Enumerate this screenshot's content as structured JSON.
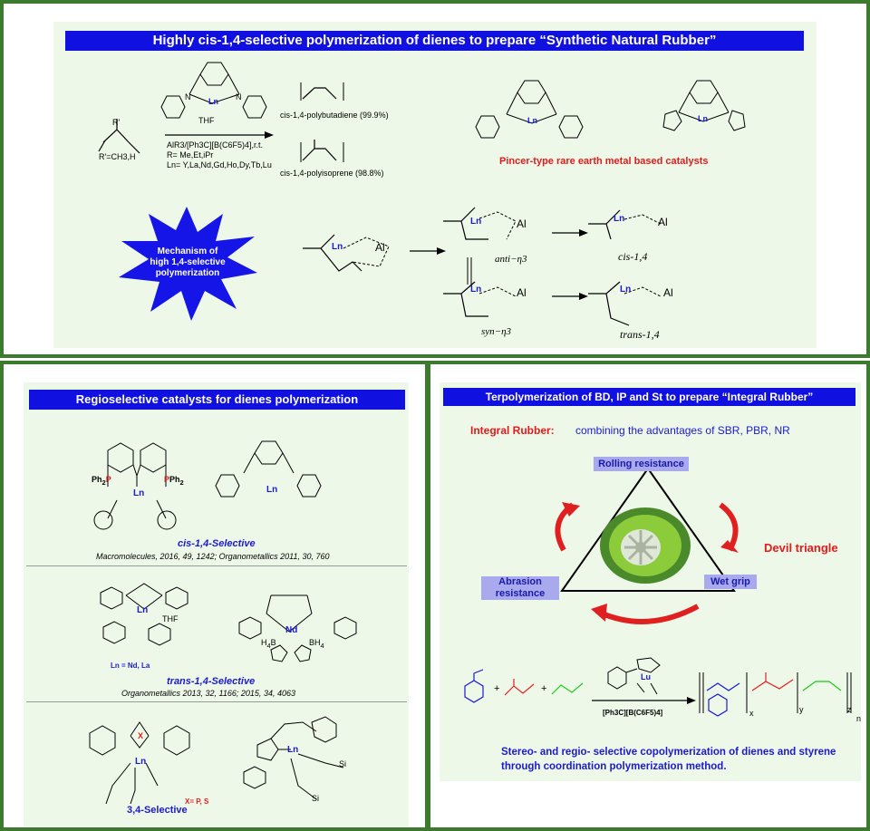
{
  "top": {
    "title": "Highly cis-1,4-selective polymerization of dienes to prepare “Synthetic Natural Rubber”",
    "monomer_label": "R'=CH3,H",
    "cond1": "AlR3/[Ph3C][B(C6F5)4],r.t.",
    "cond2": "R= Me,Et,iPr",
    "cond3": "Ln= Y,La,Nd,Gd,Ho,Dy,Tb,Lu",
    "prod1": "cis-1,4-polybutadiene (99.9%)",
    "prod2": "cis-1,4-polyisoprene (98.8%)",
    "pincer": "Pincer-type rare earth metal based catalysts",
    "star_text": "Mechanism of high 1,4-selective polymerization",
    "anti": "anti−η3",
    "syn": "syn−η3",
    "cis14": "cis-1,4",
    "trans14": "trans-1,4"
  },
  "left": {
    "title": "Regioselective catalysts for dienes polymerization",
    "cis_title": "cis-1,4-Selective",
    "cis_ref": "Macromolecules, 2016, 49, 1242;  Organometallics 2011, 30, 760",
    "ln_nd_la": "Ln = Nd, La",
    "trans_title": "trans-1,4-Selective",
    "trans_ref": "Organometallics 2013, 32, 1166;  2015, 34, 4063",
    "x_ps": "X= P, S",
    "three4": "3,4-Selective"
  },
  "right": {
    "title": "Terpolymerization of BD, IP and St to prepare “Integral Rubber”",
    "integral_label": "Integral Rubber:",
    "integral_text": "combining the advantages of SBR, PBR, NR",
    "rolling": "Rolling resistance",
    "wet": "Wet grip",
    "abrasion": "Abrasion resistance",
    "devil": "Devil triangle",
    "cocat": "[Ph3C][B(C6F5)4]",
    "summary": "Stereo- and regio- selective copolymerization of dienes and styrene through coordination polymerization method."
  },
  "colors": {
    "border": "#3c7a2d",
    "banner": "#1010e0",
    "bg": "#eef8e8",
    "red": "#e21b1b",
    "blue": "#1a1ad0"
  }
}
